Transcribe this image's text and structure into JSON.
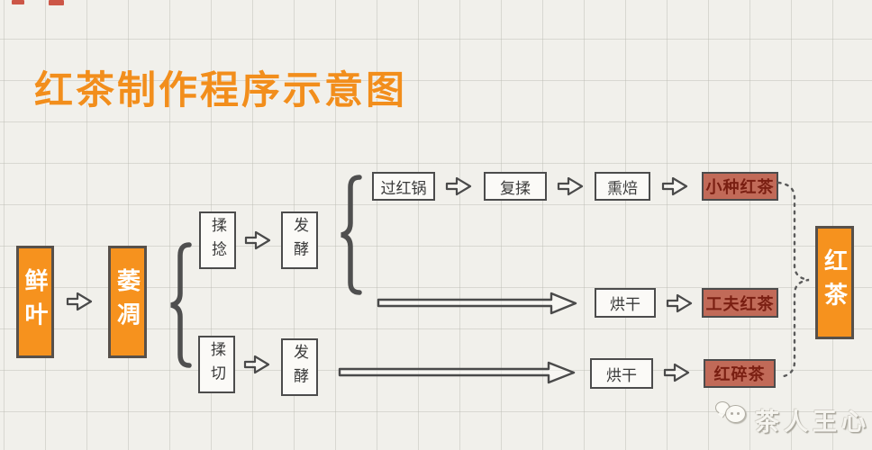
{
  "meta": {
    "title_text": "红茶制作程序示意图"
  },
  "colors": {
    "title_orange": "#F28E1C",
    "stage_orange": "#F6921E",
    "tea_red_fill": "#C16A58",
    "tea_red_text": "#7A1F12",
    "line_dark": "#4C4C4C",
    "paper": "#F1F0EB",
    "grid_line": "#BAB9B2"
  },
  "icons": {
    "flow_arrow": "block-arrow-right",
    "brace_left": "curly-brace-left",
    "brace_right_dashed": "dashed-curly-brace-right",
    "watermark_logo": "wechat-chat-bubbles-icon"
  },
  "nodes": {
    "fresh_leaves": "鲜叶",
    "withering": "萎凋",
    "rolling": "揉捻",
    "fermentation_top": "发酵",
    "cutting": "揉切",
    "fermentation_bottom": "发酵",
    "pan_firing": "过红锅",
    "re_rolling": "复揉",
    "smoke_baking": "熏焙",
    "souchong_tea": "小种红茶",
    "drying_middle": "烘干",
    "gongfu_tea": "工夫红茶",
    "drying_bottom": "烘干",
    "broken_tea": "红碎茶",
    "black_tea": "红茶"
  },
  "watermark": {
    "text": "茶人王心"
  }
}
